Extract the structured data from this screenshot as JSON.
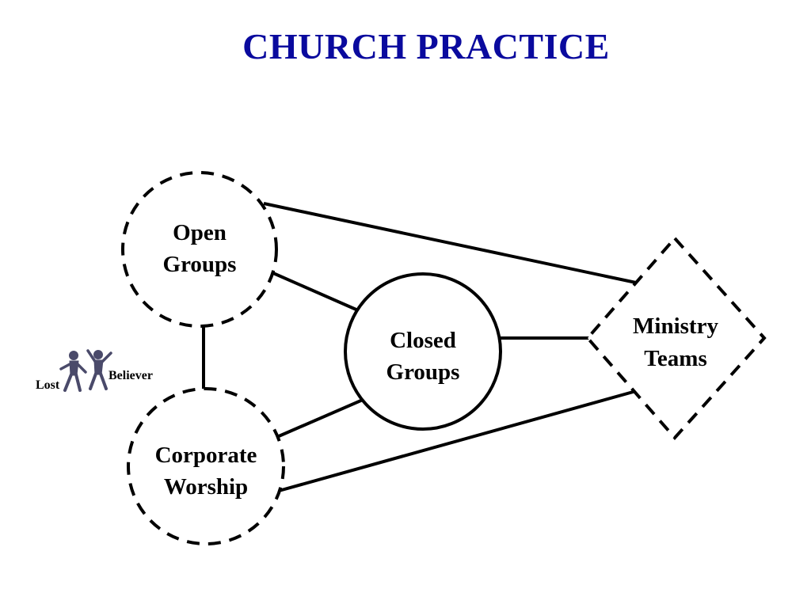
{
  "title": "CHURCH PRACTICE",
  "colors": {
    "title": "#0A0A9E",
    "stroke": "#000000",
    "figure": "#4A4A6A"
  },
  "nodes": {
    "open_groups": {
      "line1": "Open",
      "line2": "Groups"
    },
    "corporate_worship": {
      "line1": "Corporate",
      "line2": "Worship"
    },
    "closed_groups": {
      "line1": "Closed",
      "line2": "Groups"
    },
    "ministry_teams": {
      "line1": "Ministry",
      "line2": "Teams"
    }
  },
  "figures": {
    "lost_label": "Lost",
    "believer_label": "Believer"
  }
}
